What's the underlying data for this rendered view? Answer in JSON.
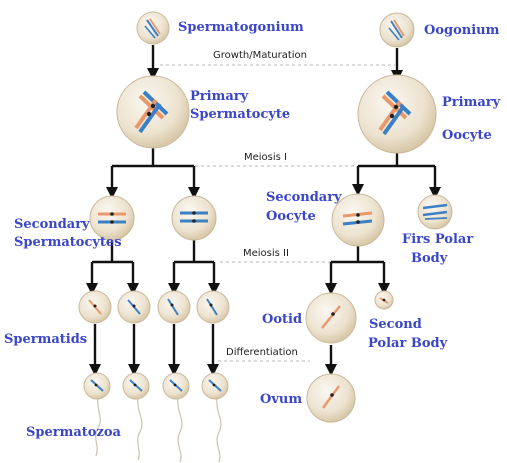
{
  "colors": {
    "label": "#3a46c8",
    "cell_light": "#faf6ee",
    "cell_dark": "#dccdb1",
    "chromosome_blue": "#3d7fc4",
    "chromosome_orange": "#e8986a",
    "connector": "#111111",
    "stage_line": "#b5b5b5"
  },
  "labels": {
    "spermatogonium": "Spermatogonium",
    "oogonium": "Oogonium",
    "primary_sperm_1": "Primary",
    "primary_sperm_2": "Spermatocyte",
    "primary_oo_1": "Primary",
    "primary_oo_2": "Oocyte",
    "secondary_sperm_1": "Secondary",
    "secondary_sperm_2": "Spermatocytes",
    "secondary_oo_1": "Secondary",
    "secondary_oo_2": "Oocyte",
    "first_polar_1": "Firs Polar",
    "first_polar_2": "Body",
    "spermatids": "Spermatids",
    "ootid": "Ootid",
    "second_polar_1": "Second",
    "second_polar_2": "Polar Body",
    "ovum": "Ovum",
    "spermatozoa": "Spermatozoa"
  },
  "stages": {
    "growth": "Growth/Maturation",
    "meiosis1": "Meiosis I",
    "meiosis2": "Meiosis II",
    "differentiation": "Differentiation"
  }
}
